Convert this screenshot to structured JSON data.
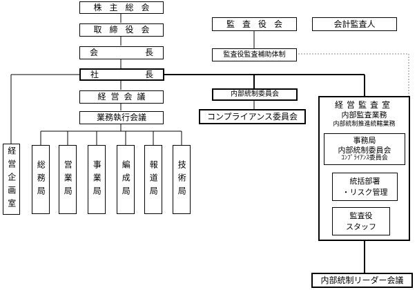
{
  "main_chain": {
    "shareholders": "株主総会",
    "board": "取締役会",
    "chairman": "会",
    "chairman_suffix": "長",
    "president": "社",
    "president_suffix": "長",
    "management_council": "経営会議",
    "executive_council": "業務執行会議"
  },
  "audit": {
    "audit_board": "監査役会",
    "accounting_auditor": "会計監査人",
    "audit_support": "監査役監査補助体制"
  },
  "compliance": {
    "internal_control_committee": "内部統制委員会",
    "compliance_committee": "コンプライアンス委員会"
  },
  "departments": [
    {
      "key": "planning",
      "label": "経営企画室"
    },
    {
      "key": "general",
      "label": "総務局"
    },
    {
      "key": "sales",
      "label": "営業局"
    },
    {
      "key": "business",
      "label": "事業局"
    },
    {
      "key": "programming",
      "label": "編成局"
    },
    {
      "key": "news",
      "label": "報道局"
    },
    {
      "key": "technology",
      "label": "技術局"
    }
  ],
  "audit_office": {
    "title": "経営監査室",
    "line1": "内部監査業務",
    "line2": "内部統制推進統轄業務",
    "secretariat": [
      "事務局",
      "内部統制委員会",
      "ｺﾝﾌﾟﾗｲｱﾝｽ委員会"
    ],
    "control_dept": [
      "統括部署",
      "・リスク管理"
    ],
    "auditor_staff": [
      "監査役",
      "スタッフ"
    ]
  },
  "leader_meeting": "内部統制リーダー会議"
}
